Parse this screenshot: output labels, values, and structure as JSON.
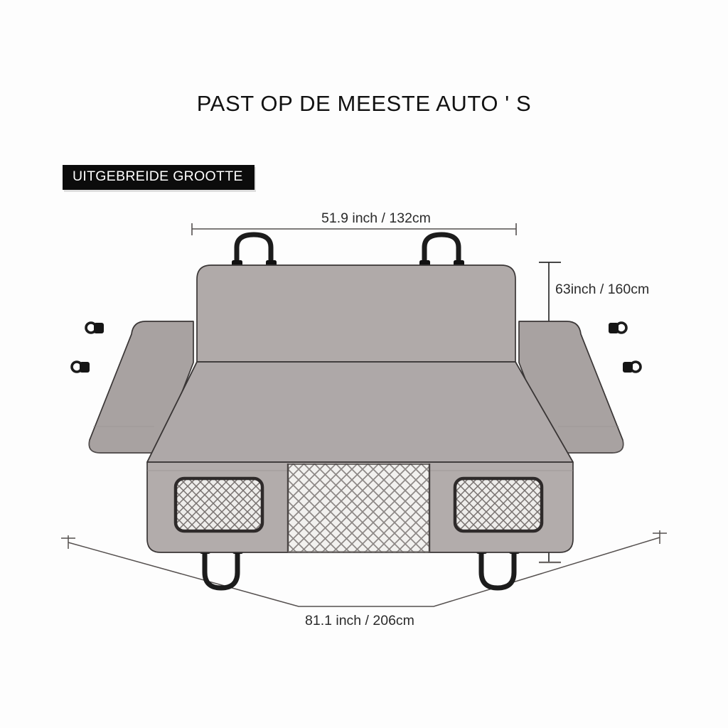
{
  "page": {
    "background_color": "#fdfdfd",
    "title": "PAST OP DE MEESTE AUTO ' S"
  },
  "badge": {
    "label": "UITGEBREIDE GROOTTE",
    "background_color": "#0c0c0c",
    "text_color": "#ffffff"
  },
  "dimensions": {
    "top": {
      "label": "51.9 inch / 132cm",
      "tick": "ı",
      "name": "backrest-width"
    },
    "right": {
      "label": "63inch / 160cm",
      "tick": "ı",
      "name": "total-depth"
    },
    "bottom": {
      "label": "81.1 inch / 206cm",
      "tick": "ı",
      "name": "total-width"
    }
  },
  "product": {
    "name": "car-seat-cover-hammock",
    "fabric_color": "#aea8a8",
    "fabric_color_light": "#b8b2b1",
    "fabric_color_dark": "#a49d9c",
    "outline_color": "#3a3636",
    "strap_color": "#1c1c1c",
    "mesh_color": "#f2f1ef",
    "mesh_line_color": "#8d8886",
    "parts": [
      {
        "name": "backrest-panel",
        "label": "Backrest panel"
      },
      {
        "name": "seat-panel",
        "label": "Seat panel"
      },
      {
        "name": "left-side-flap",
        "label": "Left side flap"
      },
      {
        "name": "right-side-flap",
        "label": "Right side flap"
      },
      {
        "name": "front-skirt-panel",
        "label": "Front skirt panel"
      },
      {
        "name": "center-mesh-window",
        "label": "Center mesh window"
      },
      {
        "name": "left-mesh-pocket",
        "label": "Left mesh pocket"
      },
      {
        "name": "right-mesh-pocket",
        "label": "Right mesh pocket"
      }
    ],
    "straps": {
      "top_count": 2,
      "bottom_count": 2,
      "clip_count": 4
    }
  }
}
